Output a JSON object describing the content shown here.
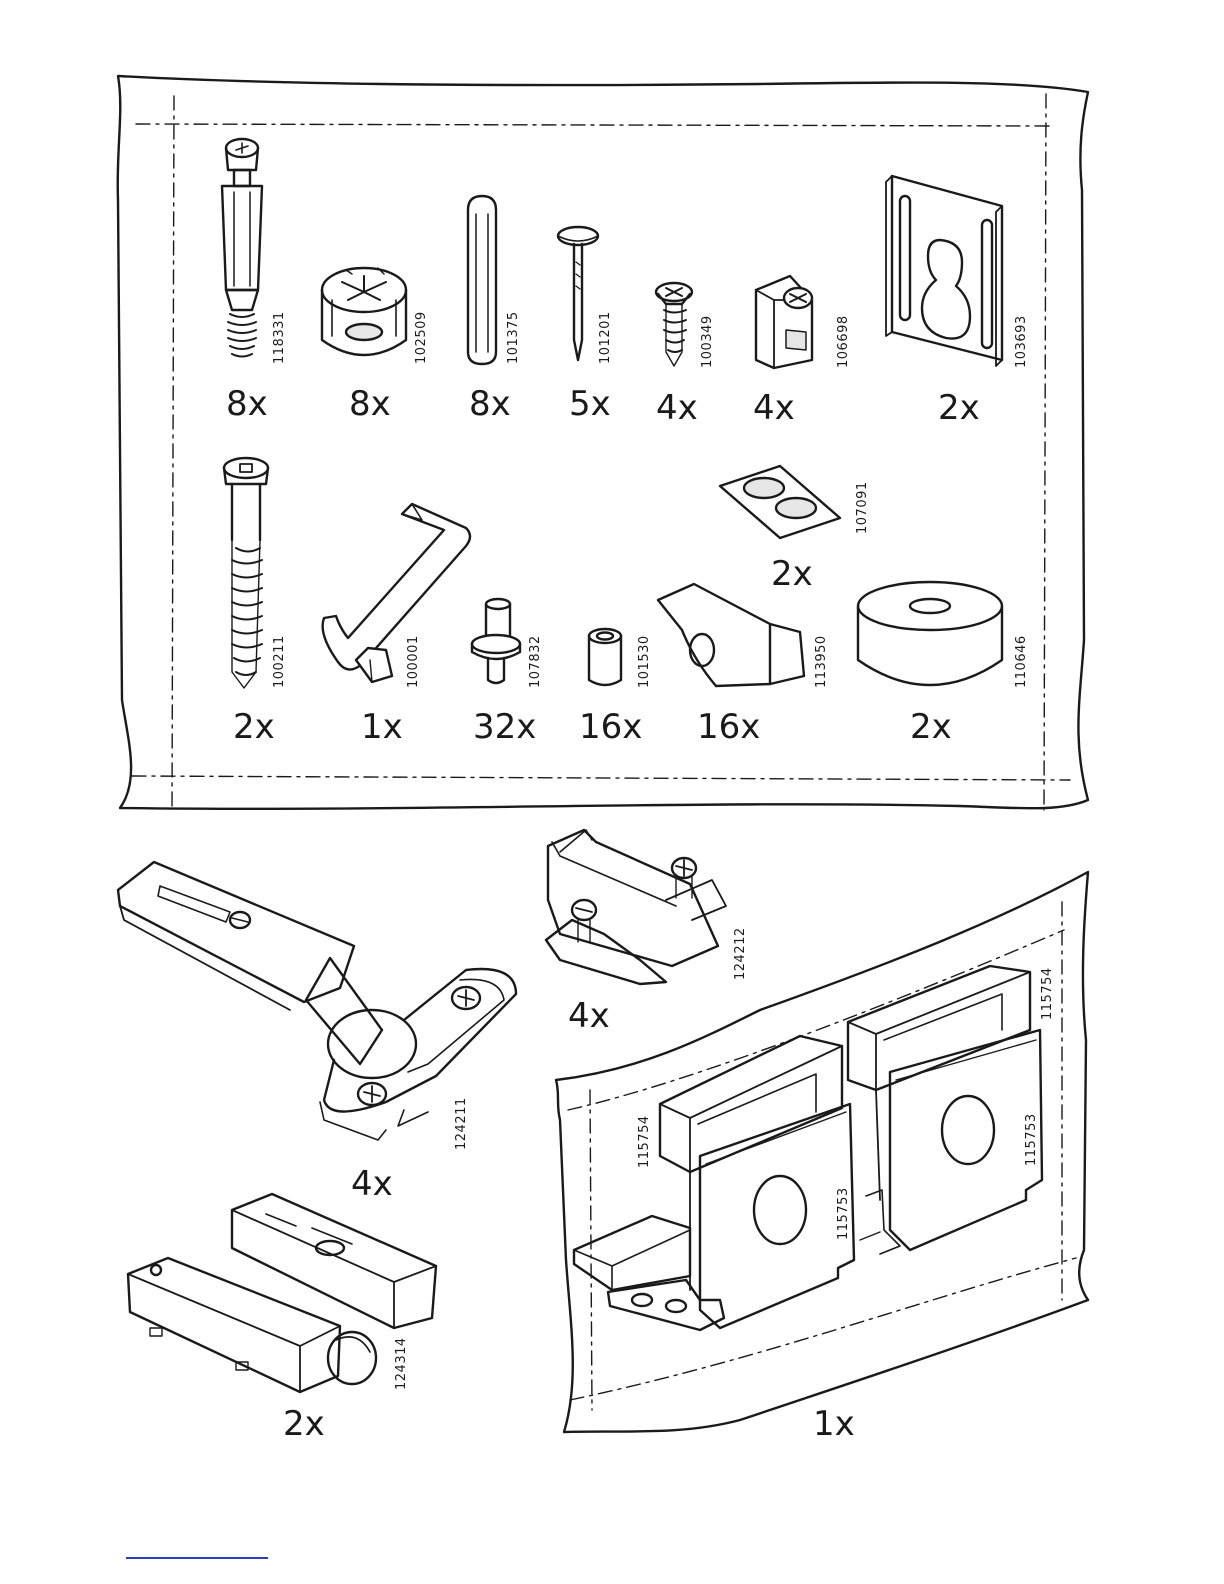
{
  "colors": {
    "line": "#1a1a1a",
    "paper": "#ffffff",
    "shade": "#e6e6e6",
    "footer_rule": "#2a3fbf"
  },
  "bag_parts": [
    {
      "part_number": "118331",
      "quantity": "8x",
      "icon": "cam-lock-bolt-icon"
    },
    {
      "part_number": "102509",
      "quantity": "8x",
      "icon": "cam-lock-nut-icon"
    },
    {
      "part_number": "101375",
      "quantity": "8x",
      "icon": "wooden-dowel-icon"
    },
    {
      "part_number": "101201",
      "quantity": "5x",
      "icon": "nail-icon"
    },
    {
      "part_number": "100349",
      "quantity": "4x",
      "icon": "short-screw-icon"
    },
    {
      "part_number": "106698",
      "quantity": "4x",
      "icon": "corner-bracket-icon"
    },
    {
      "part_number": "103693",
      "quantity": "2x",
      "icon": "keyhole-hanger-icon"
    },
    {
      "part_number": "107091",
      "quantity": "2x",
      "icon": "felt-pads-icon"
    },
    {
      "part_number": "100211",
      "quantity": "2x",
      "icon": "connector-bolt-icon"
    },
    {
      "part_number": "100001",
      "quantity": "1x",
      "icon": "allen-key-icon"
    },
    {
      "part_number": "107832",
      "quantity": "32x",
      "icon": "shelf-pin-icon"
    },
    {
      "part_number": "101530",
      "quantity": "16x",
      "icon": "spacer-sleeve-icon"
    },
    {
      "part_number": "113950",
      "quantity": "16x",
      "icon": "shelf-support-clip-icon"
    },
    {
      "part_number": "110646",
      "quantity": "2x",
      "icon": "round-bumper-icon"
    }
  ],
  "loose_parts": [
    {
      "part_number": "124211",
      "quantity": "4x",
      "icon": "cabinet-hinge-icon"
    },
    {
      "part_number": "124212",
      "quantity": "4x",
      "icon": "hinge-mounting-plate-icon"
    },
    {
      "part_number": "124314",
      "quantity": "2x",
      "icon": "push-opener-damper-icon"
    }
  ],
  "bracket_bag": {
    "quantity": "1x",
    "labels": [
      "115754",
      "115754",
      "115753",
      "115753"
    ],
    "icon": "glass-door-bracket-icon"
  }
}
